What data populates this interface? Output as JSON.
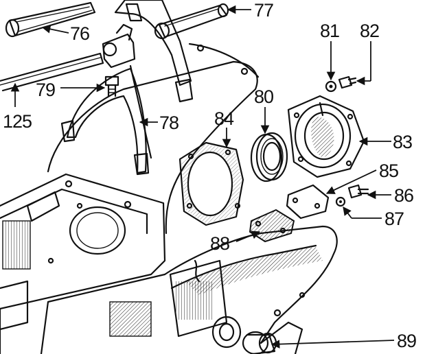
{
  "labels": {
    "p76": "76",
    "p77": "77",
    "p78": "78",
    "p79": "79",
    "p80": "80",
    "p81": "81",
    "p82": "82",
    "p83": "83",
    "p84": "84",
    "p85": "85",
    "p86": "86",
    "p87": "87",
    "p88": "88",
    "p89": "89",
    "p125": "125"
  }
}
